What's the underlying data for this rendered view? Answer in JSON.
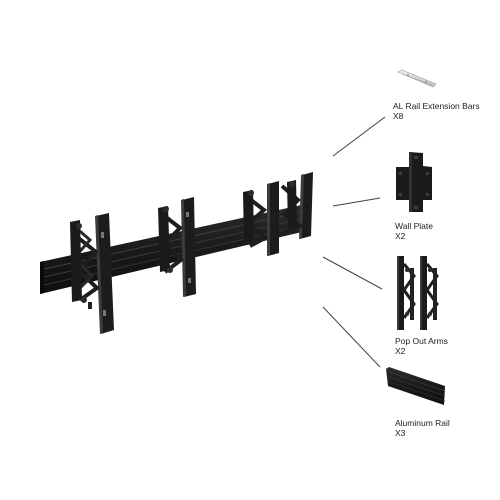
{
  "components": [
    {
      "id": "extension",
      "name": "AL Rail Extension Bars",
      "quantity": "X8",
      "icon": "extension-bar-icon"
    },
    {
      "id": "wall",
      "name": "Wall Plate",
      "quantity": "X2",
      "icon": "wall-plate-icon"
    },
    {
      "id": "arms",
      "name": "Pop Out Arms",
      "quantity": "X2",
      "icon": "pop-out-arm-icon"
    },
    {
      "id": "rail",
      "name": "Aluminum Rail",
      "quantity": "X3",
      "icon": "aluminum-rail-icon"
    }
  ],
  "colors": {
    "metal": "#1e1e1e",
    "metal_light": "#3a3a3a",
    "extension_bar": "#cfd4d6",
    "leader_line": "#444444"
  }
}
